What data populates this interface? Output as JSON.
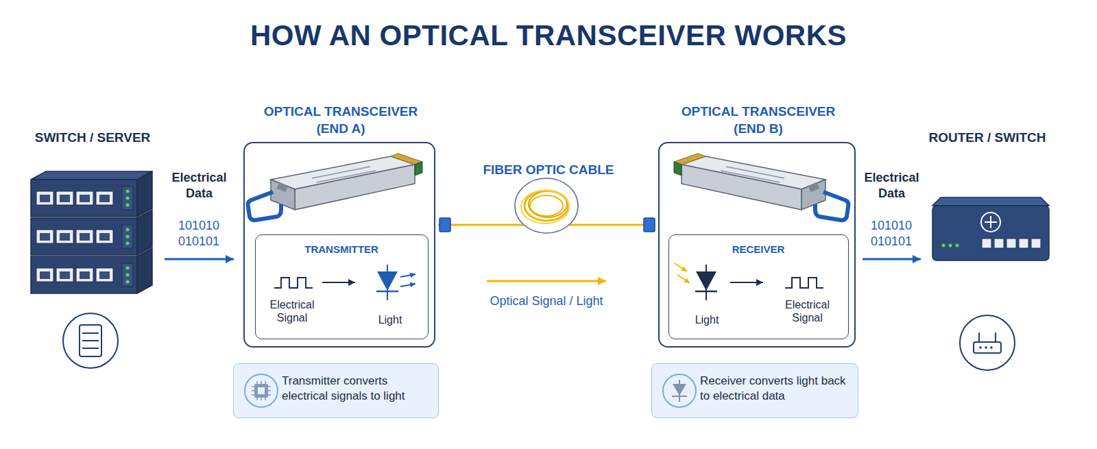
{
  "diagram": {
    "title": "HOW AN OPTICAL TRANSCEIVER WORKS",
    "nodes": [
      {
        "text": [
          "SWITCH / SERVER"
        ]
      },
      {
        "text": [
          "OPTICAL TRANSCEIVER (END A)"
        ]
      },
      {
        "text": [
          "TRANSMITTER",
          "Electrical Signal",
          "Light"
        ],
        "in": 1
      },
      {
        "text": [
          "Transmitter converts electrical signals to light"
        ]
      },
      {
        "text": [
          "OPTICAL TRANSCEIVER (END B)"
        ]
      },
      {
        "text": [
          "RECEIVER",
          "Light",
          "Electrical Signal"
        ],
        "in": 4
      },
      {
        "text": [
          "Receiver converts light back to electrical data"
        ]
      },
      {
        "text": [
          "ROUTER / SWITCH"
        ]
      }
    ],
    "edges": [
      {
        "from": 0,
        "to": 1,
        "arrow": "to",
        "label": "Electrical Data"
      },
      {
        "from": 1,
        "to": 4,
        "arrow": "none"
      },
      {
        "from": 4,
        "to": 7,
        "arrow": "to",
        "label": "Electrical Data"
      }
    ],
    "labels": [
      "101010 010101",
      "FIBER OPTIC CABLE",
      "Optical Signal / Light",
      "101010 010101"
    ]
  }
}
